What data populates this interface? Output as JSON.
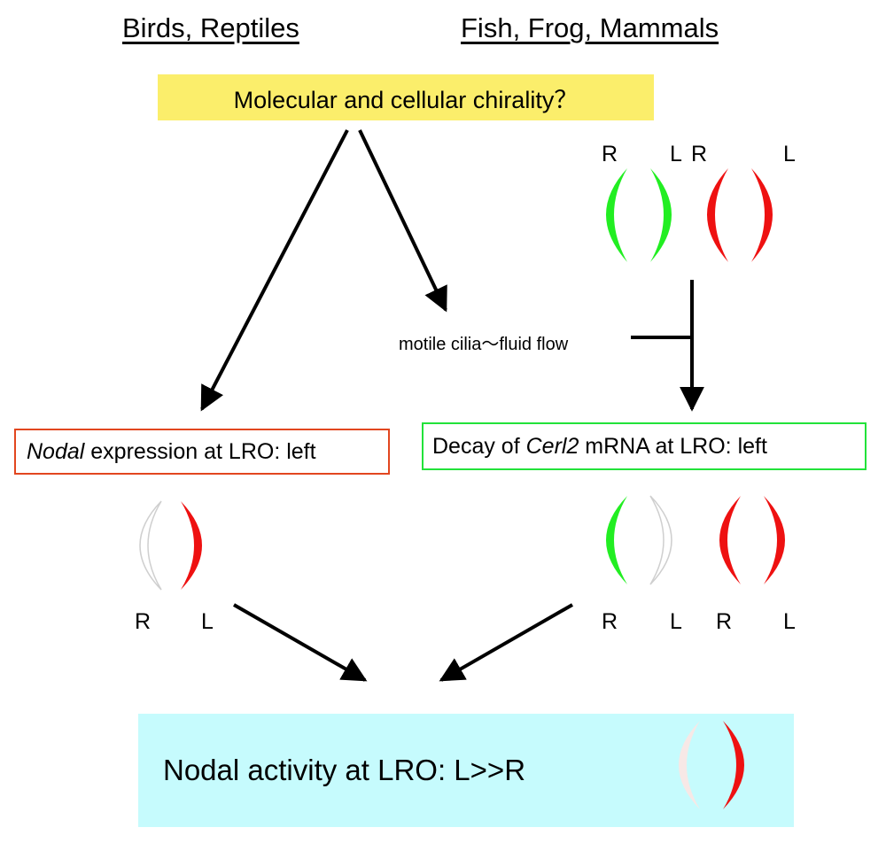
{
  "headings": {
    "left": "Birds, Reptiles",
    "right": "Fish, Frog, Mammals"
  },
  "boxes": {
    "chirality": "Molecular and cellular chirality？",
    "nodal": {
      "italic": "Nodal",
      "rest": " expression at LRO: left"
    },
    "cerl2": {
      "pre": "Decay of ",
      "italic": "Cerl2",
      "rest": " mRNA at LRO: left"
    },
    "activity": "Nodal activity at LRO: L>>R"
  },
  "flow_label": "motile cilia〜fluid flow",
  "side_labels": {
    "right": "R",
    "left": "L"
  },
  "colors": {
    "green": "#22ee22",
    "red": "#ee1111",
    "grey_outline": "#cfcfcf",
    "pale_pink": "#f7e8e6",
    "yellow_box": "#fbee6b",
    "cyan_box": "#c6fbfd",
    "nodal_border": "#e2461f",
    "cerl2_border": "#22e23a"
  }
}
